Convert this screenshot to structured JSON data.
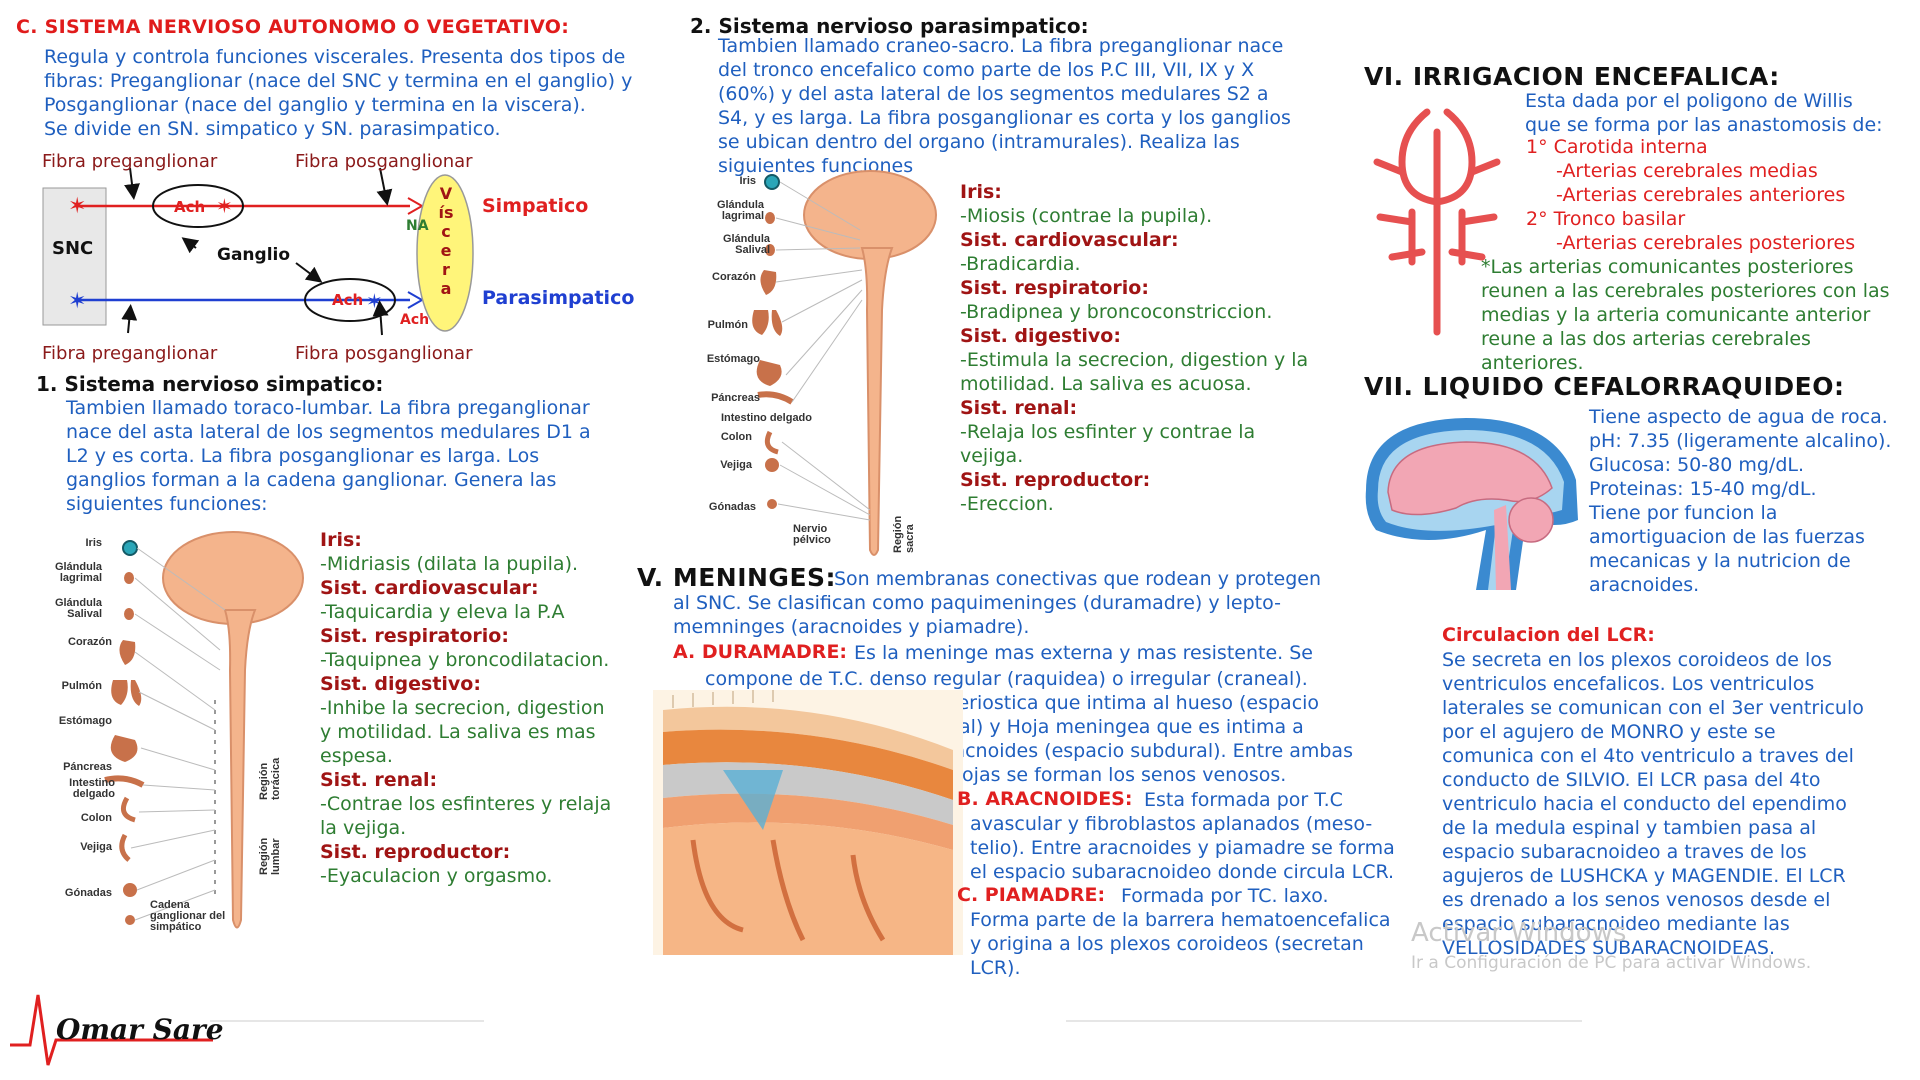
{
  "section_c": {
    "title": "C. SISTEMA NERVIOSO AUTONOMO O VEGETATIVO:",
    "intro": "Regula y controla funciones viscerales. Presenta dos tipos de\nfibras: Preganglionar (nace del SNC y termina en el ganglio) y\nPosganglionar (nace del ganglio y termina en la viscera).\nSe divide en SN. simpatico y SN. parasimpatico."
  },
  "diagram": {
    "pre_top": "Fibra preganglionar",
    "post_top": "Fibra posganglionar",
    "pre_bottom": "Fibra preganglionar",
    "post_bottom": "Fibra posganglionar",
    "snc": "SNC",
    "ach_top": "Ach",
    "ach_bottom": "Ach",
    "ach_viscera": "Ach",
    "na": "NA",
    "ganglio": "Ganglio",
    "viscera": "Víscera",
    "simpatico": "Simpatico",
    "parasimpatico": "Parasimpatico",
    "colors": {
      "simpatico": "#e02020",
      "parasimpatico": "#1f3fd1",
      "viscera": "#fff57a"
    }
  },
  "simpatico": {
    "title": "1. Sistema nervioso simpatico:",
    "intro": "Tambien llamado toraco-lumbar. La fibra preganglionar\nnace del asta lateral  de los segmentos medulares D1 a\nL2 y es corta. La fibra posganglionar es larga. Los\nganglios forman a la cadena ganglionar. Genera las\nsiguientes funciones:",
    "organs": [
      "Iris",
      "Glándula lagrimal",
      "Glándula Salival",
      "Corazón",
      "Pulmón",
      "Estómago",
      "Páncreas",
      "Intestino delgado",
      "Colon",
      "Vejiga",
      "Gónadas"
    ],
    "region_toracica": "Región torácica",
    "region_lumbar": "Región lumbar",
    "cadena": "Cadena ganglionar del simpático",
    "functions": [
      {
        "label": "Iris:",
        "text": "-Midriasis (dilata la pupila)."
      },
      {
        "label": "Sist. cardiovascular:",
        "text": "-Taquicardia y eleva la P.A"
      },
      {
        "label": "Sist. respiratorio:",
        "text": "-Taquipnea y broncodilatacion."
      },
      {
        "label": "Sist. digestivo:",
        "text": "-Inhibe la secrecion, digestion\ny motilidad. La saliva es mas\nespesa."
      },
      {
        "label": "Sist. renal:",
        "text": "-Contrae los esfinteres y relaja\nla vejiga."
      },
      {
        "label": "Sist. reproductor:",
        "text": "-Eyaculacion y orgasmo."
      }
    ]
  },
  "parasimpatico": {
    "title": "2. Sistema nervioso parasimpatico:",
    "intro": "Tambien llamado craneo-sacro. La fibra preganglionar nace\ndel tronco encefalico como parte de los P.C III, VII, IX y X\n(60%) y del asta lateral de los segmentos medulares S2 a\nS4, y es larga. La fibra posganglionar es corta y los ganglios\nse ubican dentro del organo (intramurales). Realiza las\nsiguientes funciones",
    "organs": [
      "Iris",
      "Glándula lagrimal",
      "Glándula Salival",
      "Corazón",
      "Pulmón",
      "Estómago",
      "Páncreas",
      "Intestino delgado",
      "Colon",
      "Vejiga",
      "Gónadas"
    ],
    "nervio": "Nervio pélvico",
    "region_sacra": "Región sacra",
    "functions": [
      {
        "label": "Iris:",
        "text": "-Miosis (contrae la pupila)."
      },
      {
        "label": "Sist. cardiovascular:",
        "text": "-Bradicardia."
      },
      {
        "label": "Sist. respiratorio:",
        "text": "-Bradipnea y broncoconstriccion."
      },
      {
        "label": "Sist. digestivo:",
        "text": "-Estimula la secrecion, digestion y la\nmotilidad. La saliva es acuosa."
      },
      {
        "label": "Sist. renal:",
        "text": "-Relaja los esfinter y contrae la\nvejiga."
      },
      {
        "label": "Sist. reproductor:",
        "text": "-Ereccion."
      }
    ]
  },
  "meninges": {
    "title": "V. MENINGES:",
    "intro_first": "Son membranas conectivas que rodean y protegen",
    "intro_rest": "al SNC. Se clasifican como paquimeninges (duramadre) y lepto-\nmemninges (aracnoides y piamadre).",
    "dura_title": "A. DURAMADRE:",
    "dura_first": "Es la meninge mas externa y mas resistente. Se",
    "dura_l2": "compone de T.C. denso regular (raquidea) o irregular (craneal).",
    "dura_l3": "Presenta dos hojas: Hoja periostica que intima al hueso (espacio",
    "dura_l4": "epidural) y Hoja meningea que es intima  a",
    "dura_l5": "aracnoides (espacio subdural). Entre ambas",
    "dura_l6": "hojas se forman los senos venosos.",
    "arac_title": "B. ARACNOIDES:",
    "arac_first": "Esta formada por T.C",
    "arac_rest": "avascular y fibroblastos aplanados (meso-\ntelio). Entre aracnoides y piamadre se forma\nel espacio subaracnoideo donde circula LCR.",
    "pia_title": "C. PIAMADRE:",
    "pia_first": "Formada por TC. laxo.",
    "pia_rest": "Forma parte de la barrera hematoencefalica\ny origina a los plexos coroideos (secretan\nLCR)."
  },
  "irrigacion": {
    "title": "VI. IRRIGACION ENCEFALICA:",
    "intro": "Esta dada por el poligono de Willis\nque se forma por las anastomosis de:",
    "item1": "1° Carotida interna",
    "item1a": "-Arterias cerebrales medias",
    "item1b": "-Arterias cerebrales anteriores",
    "item2": "2° Tronco basilar",
    "item2a": "-Arterias cerebrales posteriores",
    "note": "*Las arterias comunicantes posteriores\nreunen a las cerebrales posteriores con las\nmedias y la arteria comunicante anterior\nreune a las dos arterias cerebrales\nanteriores."
  },
  "lcr": {
    "title": "VII. LIQUIDO CEFALORRAQUIDEO:",
    "props": "Tiene aspecto de agua de roca.\npH: 7.35 (ligeramente alcalino).\nGlucosa: 50-80 mg/dL.\nProteinas: 15-40 mg/dL.\nTiene por funcion la\namortiguacion de las fuerzas\nmecanicas y la nutricion de\naracnoides.",
    "circ_title": "Circulacion del LCR:",
    "circ_text": "Se secreta en los plexos coroideos de los\nventriculos encefalicos. Los ventriculos\nlaterales se comunican con el 3er ventriculo\npor el agujero de MONRO y este se\ncomunica con el 4to ventriculo a traves del\nconducto de SILVIO. El LCR pasa del 4to\nventriculo hacia el conducto del ependimo\nde la medula espinal y tambien pasa al\nespacio subaracnoideo a traves de los\nagujeros de LUSHCKA y MAGENDIE. El LCR\nes drenado a los senos venosos desde el\nespacio subaracnoideo mediante las\nVELLOSIDADES SUBARACNOIDEAS."
  },
  "watermark": {
    "line1": "Activar Windows",
    "line2": "Ir a Configuración de PC para activar Windows."
  },
  "author": "Omar Sare"
}
